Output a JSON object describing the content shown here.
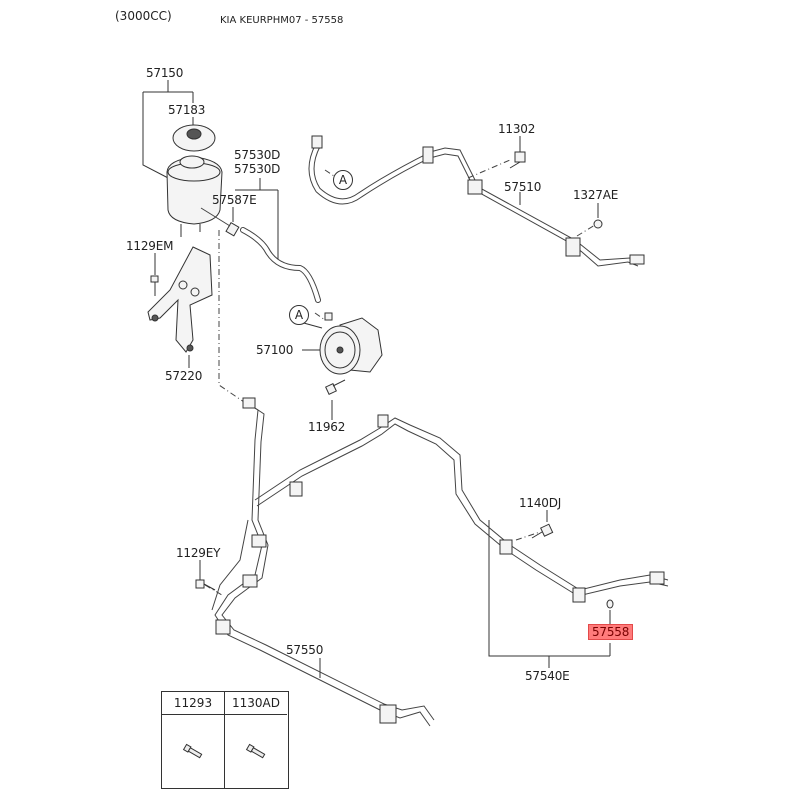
{
  "header": {
    "engine": "(3000CC)",
    "title": "KIA KEURPHM07 - 57558"
  },
  "highlight_color": "#ff7b7b",
  "parts": {
    "p57150": "57150",
    "p57183": "57183",
    "p57530D_1": "57530D",
    "p57530D_2": "57530D",
    "p57587E": "57587E",
    "p1129EM": "1129EM",
    "p57220": "57220",
    "p57100": "57100",
    "p11962": "11962",
    "p11302": "11302",
    "p57510": "57510",
    "p1327AE": "1327AE",
    "p1140DJ": "1140DJ",
    "p1129EY": "1129EY",
    "p57550": "57550",
    "p57558": "57558",
    "p57540E": "57540E"
  },
  "callouts": {
    "a1": "A",
    "a2": "A"
  },
  "kit_table": {
    "col1": "11293",
    "col2": "1130AD"
  }
}
